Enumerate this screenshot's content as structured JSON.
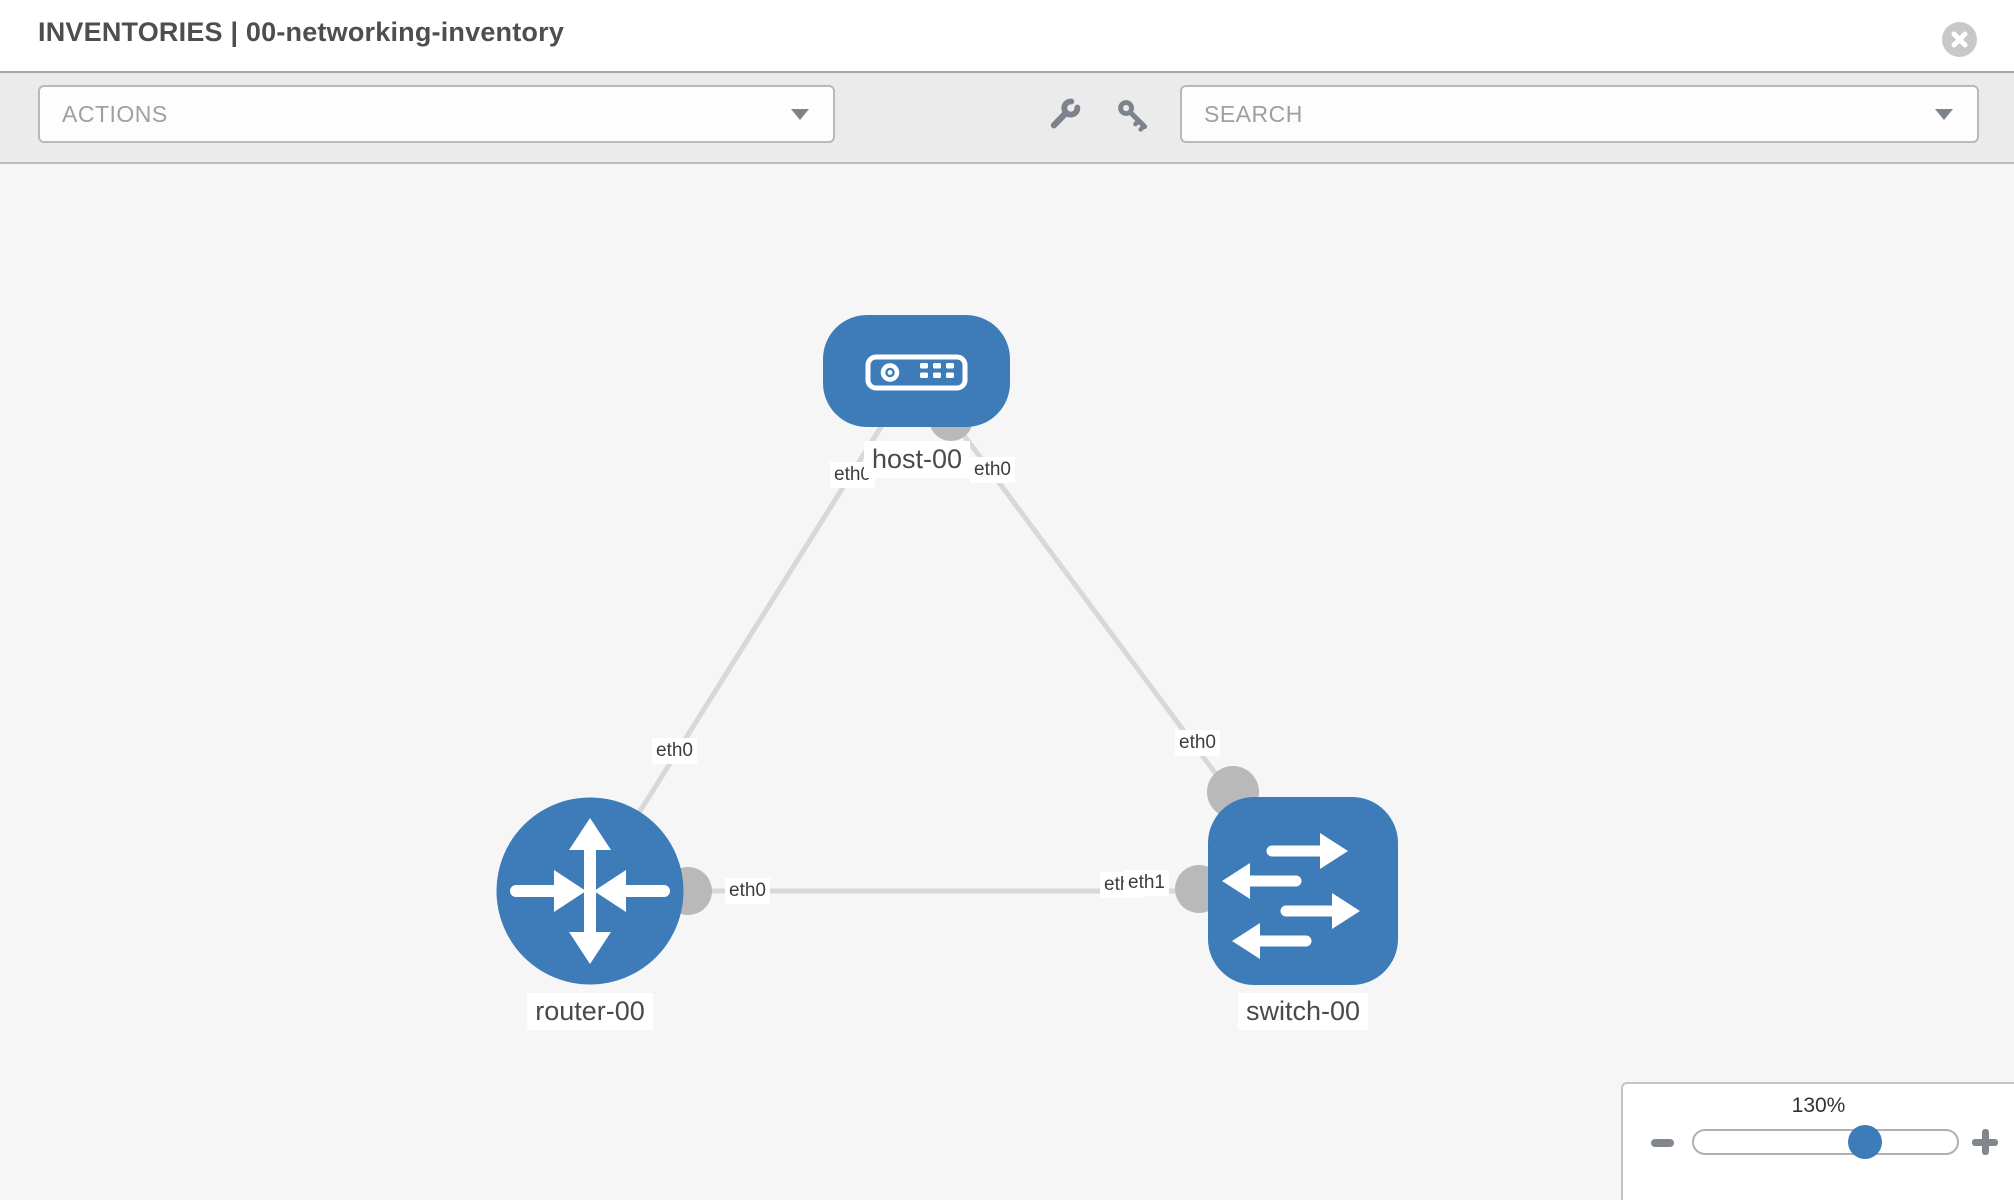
{
  "header": {
    "title": "INVENTORIES | 00-networking-inventory",
    "close_icon": "x-circle-icon"
  },
  "toolbar": {
    "actions_label": "ACTIONS",
    "search_label": "SEARCH",
    "wrench_icon": "wrench-icon",
    "key_icon": "key-icon"
  },
  "nodes": [
    {
      "id": "host-00",
      "type": "host",
      "label": "host-00"
    },
    {
      "id": "router-00",
      "type": "router",
      "label": "router-00"
    },
    {
      "id": "switch-00",
      "type": "switch",
      "label": "switch-00"
    }
  ],
  "links": [
    {
      "from": "host-00",
      "to": "router-00",
      "from_interface": "eth0",
      "to_interface": "eth0"
    },
    {
      "from": "host-00",
      "to": "switch-00",
      "from_interface": "eth0",
      "to_interface": "eth0"
    },
    {
      "from": "router-00",
      "to": "switch-00",
      "from_interface": "eth0",
      "to_interface": "eth1"
    }
  ],
  "interface_labels": {
    "host_left": "eth0",
    "host_right": "eth0",
    "router_top": "eth0",
    "switch_top": "eth0",
    "router_right": "eth0",
    "switch_left_back": "eth0",
    "switch_left_front": "eth1"
  },
  "zoom_control": {
    "level": "130%",
    "zoom_out_icon": "minus-icon",
    "zoom_in_icon": "plus-icon"
  },
  "colors": {
    "node_blue": "#3d7cb8",
    "interface_gray": "#b9b9b9",
    "link_gray": "#d8d8d8"
  }
}
